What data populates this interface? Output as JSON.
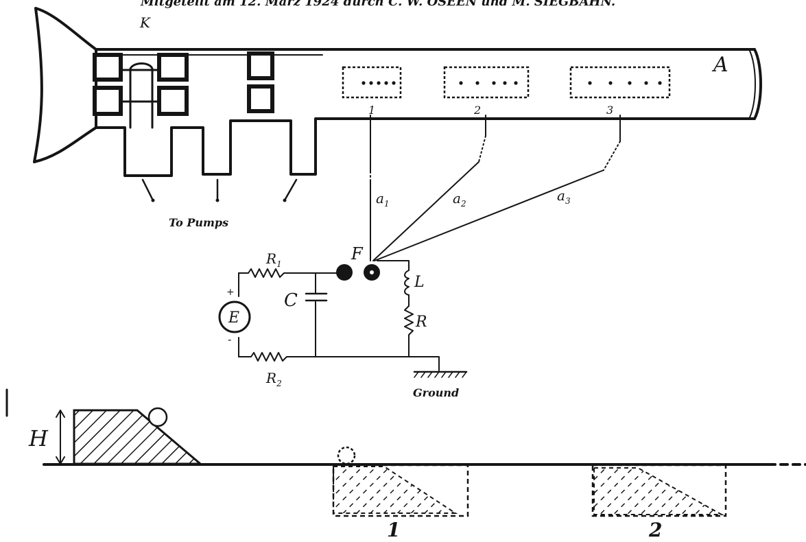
{
  "header_caption": "Mitgeteilt am 12. März 1924 durch C. W. OSEEN und M. SIEGBAHN.",
  "apparatus": {
    "cathode_label": "K",
    "tube_label": "A",
    "pumps_label": "To Pumps",
    "window_numbers": [
      "1",
      "2",
      "3"
    ],
    "lead_labels": [
      "a1",
      "a2",
      "a3"
    ]
  },
  "circuit": {
    "spark_gap_label": "F",
    "source_label": "E",
    "plus_sign": "+",
    "minus_sign": "-",
    "capacitor_label": "C",
    "inductor_label": "L",
    "resistor_label": "R",
    "resistor_r1_label": "R1",
    "resistor_r2_label": "R2",
    "ground_label": "Ground"
  },
  "analogy": {
    "height_label": "H",
    "pit_labels": [
      "1",
      "2"
    ]
  }
}
